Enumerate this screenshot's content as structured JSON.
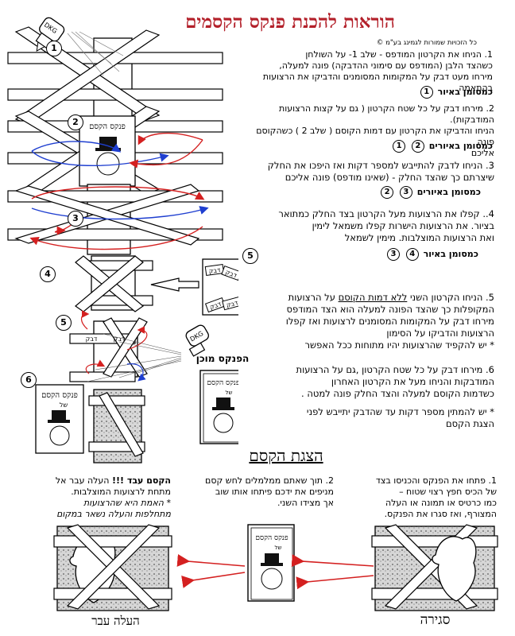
{
  "header": {
    "title": "הוראות להכנת פנקס הקסמים",
    "copyright": "כל הזכויות שמורות לגמינג בע\"מ ©"
  },
  "steps": {
    "s1": {
      "l1": "1. הניחו את הקרטון המודפס - שלב 1- על השולחן",
      "l2": "כשהצד הלבן (המודפס עם סימוני ההדבקה) פונה למעלה,",
      "l3": "מירחו מעט דבק על המקומות המסומנים והדביקו את הרצועות בהתאמה",
      "marked": "כמסומן באיור",
      "c1": "1"
    },
    "s2": {
      "l1": "2. מירחו דבק על כל שטח הקרטון ( גם על קצות הרצועות המודבקות).",
      "l2": "הניחו והדביקו את הקרטון עם דמות הקוסם ( שלב 2 ) כשהקוסם פונה",
      "l3": "אליכם",
      "marked": "כמסומן באיורים",
      "c1": "2",
      "c2": "1"
    },
    "s3": {
      "l1": "3. הניחו לדבק להתייבש למספר דקות ואז היפכו את החלק",
      "l2": "שיצרתם כך שהצד החלק - (שאינו מודפס) פונה אליכם",
      "marked": "כמסומן באיורים",
      "c1": "3",
      "c2": "2"
    },
    "s4": {
      "l1": "4.. קפלו את הרצועות מעל הקרטון בצד החלק כמתואר",
      "l2": "בציור. את הרצועות הישרות קפלו משמאל לימין",
      "l3": "ואת הרצועות המוצלבות. מימין לשמאל",
      "marked": "כמסומן באיור",
      "c1": "4",
      "c2": "3"
    },
    "s5": {
      "l1_pre": "5. הניחו הקרטון השני",
      "l1_u": "ללא דמות הקוסם",
      "l1_post": "על הרצועות",
      "l2": "המקופלות כך שהצד הפונה למעלה הוא הצד המודפס",
      "l3": "מירחו דבק על המקומות המסומנים לרצועות ואז קפלו",
      "l4": "הרצועות והדביקו על הסימון",
      "l5": "* יש להקפיד שהרצועות יהיו מתוחות ככל האפשר"
    },
    "s6": {
      "l1": "6. מירחו דבק על כל שטח הקרטון ,גם על הרצועות",
      "l2": "המודבקות והניחו מעל את הקרטון האחרון",
      "l3": "כשדמות הקוסם למעלה והצד החלק פונה למטה .",
      "l4": "* יש להמתין מספר דקות עד שהדבק יתייבש לפני",
      "l5": "הצגת הקסם"
    }
  },
  "diagram": {
    "n1": "1",
    "n2": "2",
    "n3": "3",
    "n4": "4",
    "n5a": "5",
    "n5b": "5",
    "n6": "6",
    "book_title": "פנקס הקסם",
    "book_of": "של",
    "glue": "דבק",
    "ready": "הפנקס מוכן",
    "arrow_blue": "#1f3fd0",
    "arrow_red": "#d42020"
  },
  "magic": {
    "title": "הצגת הקסם",
    "m1": {
      "l1": "1. פתחו את הפנקס והכניסו בצד",
      "l2": "של הכיס חפץ רצוי שטוח –",
      "l3": "כמו כרטיס או תמונה או העלה",
      "l4": "המצורף, ואז סגרו את הפנקס."
    },
    "m2": {
      "l1": "2. תוך שאתם ממלמלים לחש קסם",
      "l2": "מניפים את ידכם פיתחו אותו שוב",
      "l3": "אך מצידו השני."
    },
    "m3": {
      "l1_b": "הקסם עבד !!!",
      "l1_rest": "העלה עבר אל",
      "l2": "מתחת לרצועות המוצלבות.",
      "l3": "* האמת היא שהרצועות",
      "l4": "מתחלפות והעלה נשאר במקום"
    },
    "cap_right": "סגירה",
    "cap_left": "העלה עבר"
  }
}
